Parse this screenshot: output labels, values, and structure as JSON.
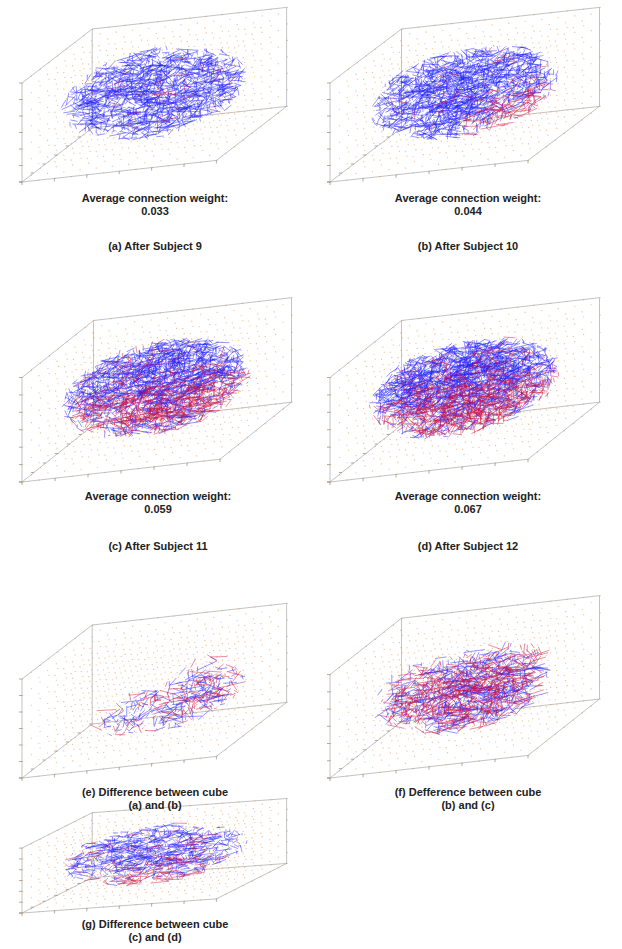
{
  "diagram": {
    "labels": [
      "Average connection weight: 0.033",
      "(a) After Subject 9",
      "Average connection weight: 0.044",
      "(b) After Subject 10",
      "Average connection weight: 0.059",
      "(c) After Subject 11",
      "Average connection weight: 0.067",
      "(d) After Subject 12",
      "(e) Difference between cube (a) and (b)",
      "(f) Defference between cube (b) and (c)",
      "(g) Difference between cube (c) and (d)"
    ]
  }
}
